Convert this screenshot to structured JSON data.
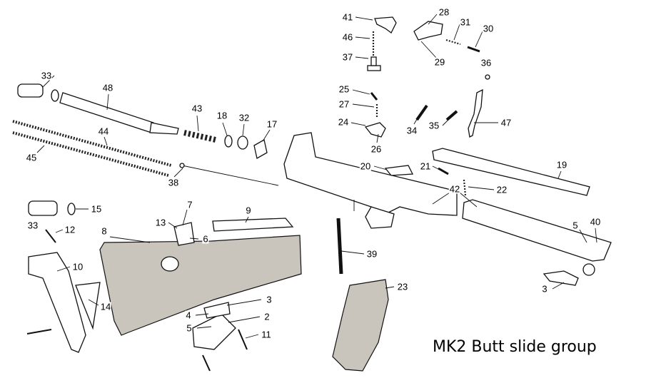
{
  "title": "MK2 Butt slide group",
  "labels": [
    "41",
    "46",
    "37",
    "28",
    "31",
    "30",
    "29",
    "36",
    "33",
    "48",
    "25",
    "27",
    "43",
    "18",
    "32",
    "17",
    "24",
    "34",
    "35",
    "47",
    "44",
    "45",
    "26",
    "20",
    "21",
    "19",
    "38",
    "42",
    "22",
    "33",
    "15",
    "7",
    "9",
    "13",
    "12",
    "6",
    "8",
    "5",
    "40",
    "39",
    "10",
    "23",
    "3",
    "14",
    "3",
    "4",
    "2",
    "5",
    "11"
  ]
}
